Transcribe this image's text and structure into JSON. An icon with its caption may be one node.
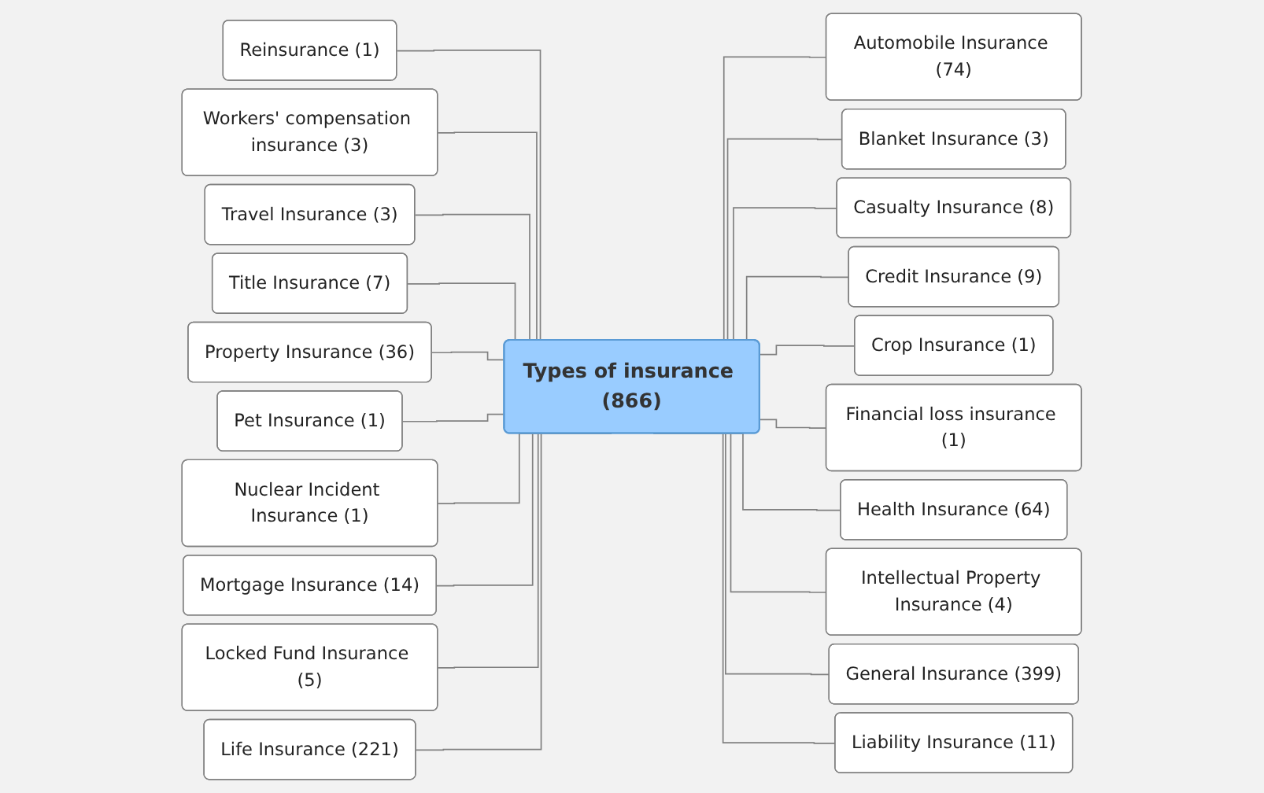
{
  "diagram": {
    "nodes": [
      {
        "text": [
          "Types of insurance (866)"
        ]
      },
      {
        "text": [
          "Reinsurance (1)"
        ]
      },
      {
        "text": [
          "Workers' compensation insurance (3)"
        ]
      },
      {
        "text": [
          "Travel Insurance (3)"
        ]
      },
      {
        "text": [
          "Title Insurance (7)"
        ]
      },
      {
        "text": [
          "Property Insurance (36)"
        ]
      },
      {
        "text": [
          "Pet Insurance (1)"
        ]
      },
      {
        "text": [
          "Nuclear Incident Insurance (1)"
        ]
      },
      {
        "text": [
          "Mortgage Insurance (14)"
        ]
      },
      {
        "text": [
          "Locked Fund Insurance (5)"
        ]
      },
      {
        "text": [
          "Life Insurance (221)"
        ]
      },
      {
        "text": [
          "Automobile Insurance (74)"
        ]
      },
      {
        "text": [
          "Blanket Insurance (3)"
        ]
      },
      {
        "text": [
          "Casualty Insurance (8)"
        ]
      },
      {
        "text": [
          "Credit Insurance (9)"
        ]
      },
      {
        "text": [
          "Crop Insurance (1)"
        ]
      },
      {
        "text": [
          "Financial loss insurance (1)"
        ]
      },
      {
        "text": [
          "Health Insurance (64)"
        ]
      },
      {
        "text": [
          "Intellectual Property Insurance (4)"
        ]
      },
      {
        "text": [
          "General Insurance (399)"
        ]
      },
      {
        "text": [
          "Liability Insurance (11)"
        ]
      }
    ],
    "edges": [
      {
        "from": 1,
        "to": 0,
        "arrow": "none"
      },
      {
        "from": 2,
        "to": 0,
        "arrow": "none"
      },
      {
        "from": 3,
        "to": 0,
        "arrow": "none"
      },
      {
        "from": 4,
        "to": 0,
        "arrow": "none"
      },
      {
        "from": 5,
        "to": 0,
        "arrow": "none"
      },
      {
        "from": 6,
        "to": 0,
        "arrow": "none"
      },
      {
        "from": 7,
        "to": 0,
        "arrow": "none"
      },
      {
        "from": 8,
        "to": 0,
        "arrow": "none"
      },
      {
        "from": 9,
        "to": 0,
        "arrow": "none"
      },
      {
        "from": 10,
        "to": 0,
        "arrow": "none"
      },
      {
        "from": 0,
        "to": 11,
        "arrow": "none"
      },
      {
        "from": 0,
        "to": 12,
        "arrow": "none"
      },
      {
        "from": 0,
        "to": 13,
        "arrow": "none"
      },
      {
        "from": 0,
        "to": 14,
        "arrow": "none"
      },
      {
        "from": 0,
        "to": 15,
        "arrow": "none"
      },
      {
        "from": 0,
        "to": 16,
        "arrow": "none"
      },
      {
        "from": 0,
        "to": 17,
        "arrow": "none"
      },
      {
        "from": 0,
        "to": 18,
        "arrow": "none"
      },
      {
        "from": 0,
        "to": 19,
        "arrow": "none"
      },
      {
        "from": 0,
        "to": 20,
        "arrow": "none"
      }
    ]
  }
}
